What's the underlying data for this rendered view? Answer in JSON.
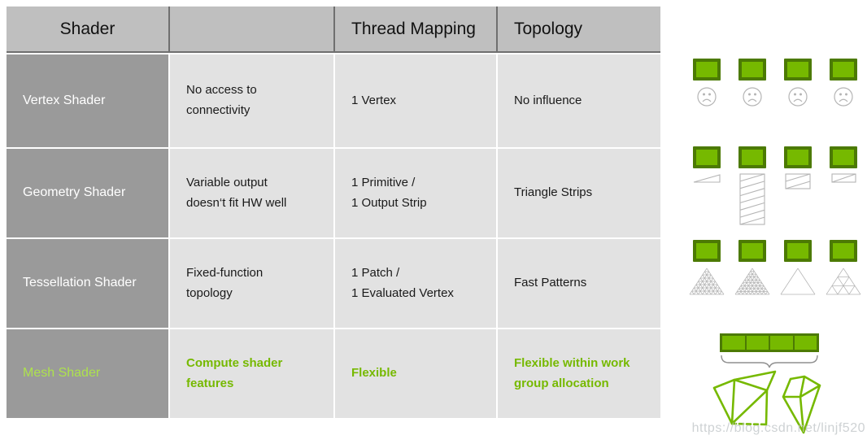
{
  "colors": {
    "nvidia_green": "#76b900",
    "green_box_border": "#4c7a04",
    "highlight_label_green": "#ade24d",
    "header_bg": "#bfbfbf",
    "header_divider": "#6f6f6f",
    "row_label_bg": "#9a9a9a",
    "cell_bg": "#e2e2e2",
    "gray_outline": "#b5b5b5"
  },
  "table": {
    "headers": [
      "Shader",
      "",
      "Thread Mapping",
      "Topology"
    ],
    "rows": [
      {
        "name": "Vertex Shader",
        "description": "No access to\nconnectivity",
        "thread_mapping": "1 Vertex",
        "topology": "No influence",
        "highlighted": false
      },
      {
        "name": "Geometry Shader",
        "description": "Variable output\ndoesn‘t fit HW well",
        "thread_mapping": "1 Primitive /\n1 Output Strip",
        "topology": "Triangle Strips",
        "highlighted": false
      },
      {
        "name": "Tessellation Shader",
        "description": "Fixed-function\ntopology",
        "thread_mapping": "1 Patch /\n1 Evaluated Vertex",
        "topology": "Fast Patterns",
        "highlighted": false
      },
      {
        "name": "Mesh Shader",
        "description": "Compute shader\nfeatures",
        "thread_mapping": "Flexible",
        "topology": "Flexible within work\ngroup allocation",
        "highlighted": true
      }
    ]
  },
  "illustrations": {
    "vertex_row": {
      "icons": [
        "thread-box-icon",
        "sad-face-icon"
      ],
      "count": 4
    },
    "geometry_row": {
      "icons": [
        "thread-box-icon",
        "triangle-strip-icon"
      ],
      "count": 4
    },
    "tessellation_row": {
      "icons": [
        "thread-box-icon",
        "tessellated-triangle-icon"
      ],
      "count": 4
    },
    "mesh_row": {
      "icons": [
        "workgroup-bar-icon",
        "brace-icon",
        "wireframe-mesh-icon"
      ],
      "bar_segments": 4
    }
  },
  "watermark": "https://blog.csdn.net/linjf520"
}
